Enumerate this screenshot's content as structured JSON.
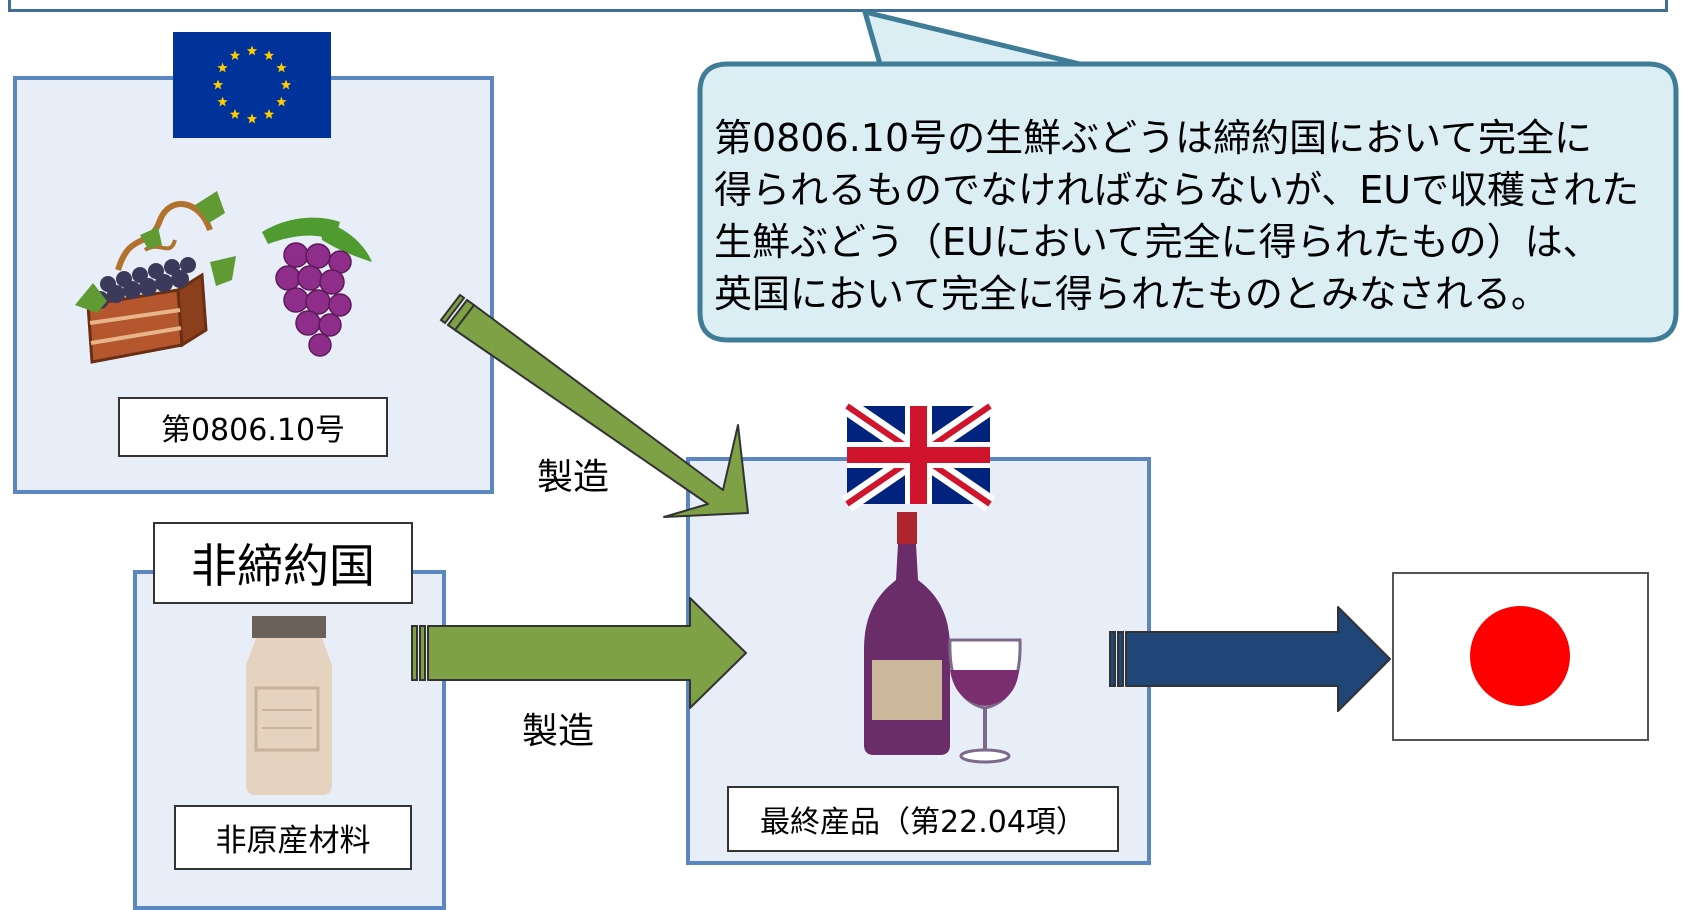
{
  "callout": {
    "lines": [
      "第0806.10号の生鮮ぶどうは締約国において完全に",
      "得られるものでなければならないが、EUで収穫された",
      "生鮮ぶどう（EUにおいて完全に得られたもの）は、",
      "英国において完全に得られたものとみなされる。"
    ]
  },
  "eu_box": {
    "hs_label": "第0806.10号",
    "flag_icon": "eu-flag-icon"
  },
  "non_contract_box": {
    "title": "非締約国",
    "material_label": "非原産材料"
  },
  "uk_box": {
    "product_label": "最終産品（第22.04項）",
    "flag_icon": "uk-flag-icon"
  },
  "process_labels": [
    "製造",
    "製造"
  ],
  "destination": {
    "flag_icon": "japan-flag-icon"
  },
  "colors": {
    "panel_border": "#5b86c0",
    "panel_fill": "#e8eef7",
    "callout_border": "#3f7c98",
    "callout_fill": "#dbeef4",
    "green_arrow": "#7ea146",
    "navy_arrow": "#1f4677",
    "eu_blue": "#003399",
    "eu_star": "#ffcc00",
    "uk_red": "#cf142b",
    "uk_blue": "#00247d",
    "jp_red": "#ff0000"
  }
}
